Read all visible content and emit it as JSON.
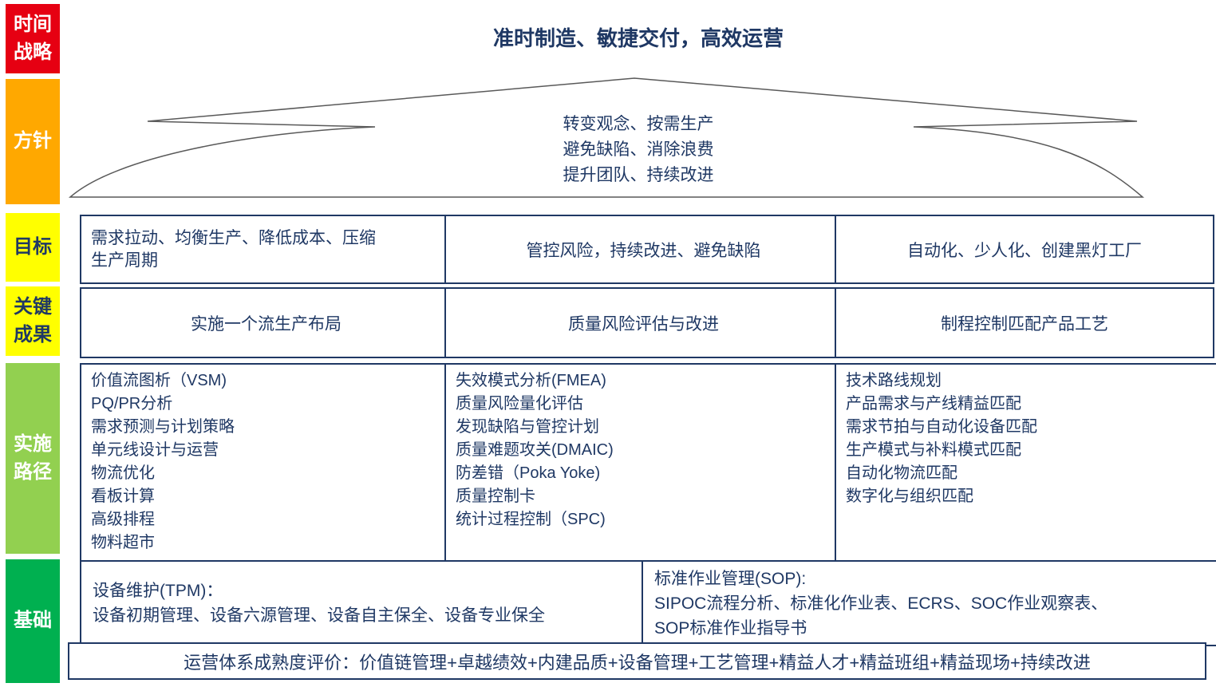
{
  "colors": {
    "red": "#E60012",
    "orange": "#FFA800",
    "yellow": "#FFFF00",
    "light_green": "#92D050",
    "green": "#00B050",
    "navy_text": "#1F3864",
    "roof_stroke": "#595959"
  },
  "side_labels": {
    "time_strategy": "时间\n战略",
    "policy": "方针",
    "goals": "目标",
    "key_results": "关键\n成果",
    "implementation": "实施\n路径",
    "foundation": "基础"
  },
  "title": "准时制造、敏捷交付，高效运营",
  "roof": {
    "lines": [
      "转变观念、按需生产",
      "避免缺陷、消除浪费",
      "提升团队、持续改进"
    ]
  },
  "goals": {
    "col1": "需求拉动、均衡生产、降低成本、压缩\n生产周期",
    "col2": "管控风险，持续改进、避免缺陷",
    "col3": "自动化、少人化、创建黑灯工厂"
  },
  "key_results": {
    "col1": "实施一个流生产布局",
    "col2": "质量风险评估与改进",
    "col3": "制程控制匹配产品工艺"
  },
  "implementation": {
    "col1": [
      "价值流图析（VSM)",
      "PQ/PR分析",
      "需求预测与计划策略",
      "单元线设计与运营",
      "物流优化",
      "看板计算",
      "高级排程",
      "物料超市"
    ],
    "col2": [
      "失效模式分析(FMEA)",
      "质量风险量化评估",
      "发现缺陷与管控计划",
      "质量难题攻关(DMAIC)",
      "防差错（Poka Yoke)",
      "质量控制卡",
      "统计过程控制（SPC)"
    ],
    "col3": [
      "技术路线规划",
      "产品需求与产线精益匹配",
      "需求节拍与自动化设备匹配",
      "生产模式与补料模式匹配",
      "自动化物流匹配",
      "数字化与组织匹配"
    ]
  },
  "foundation": {
    "tpm_title": "设备维护(TPM)：",
    "tpm_body": "设备初期管理、设备六源管理、设备自主保全、设备专业保全",
    "sop_title": "标准作业管理(SOP):",
    "sop_body": "SIPOC流程分析、标准化作业表、ECRS、SOC作业观察表、\nSOP标准作业指导书",
    "maturity": "运营体系成熟度评价：价值链管理+卓越绩效+内建品质+设备管理+工艺管理+精益人才+精益班组+精益现场+持续改进"
  }
}
